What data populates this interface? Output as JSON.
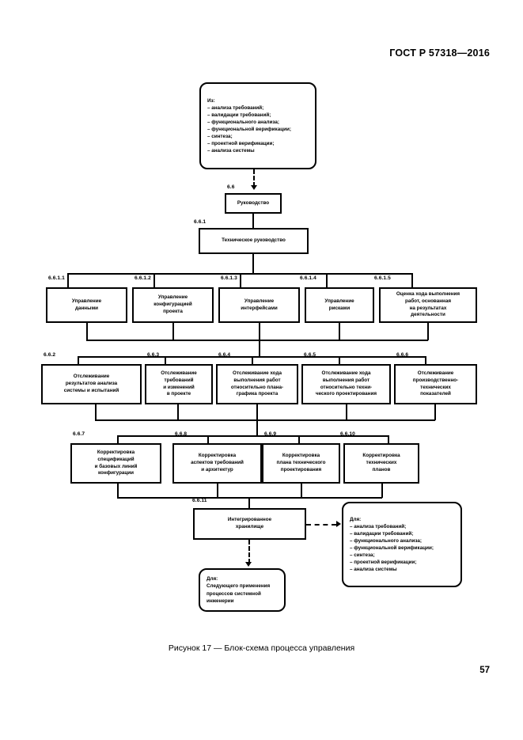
{
  "document": {
    "standard_header": "ГОСТ Р 57318—2016",
    "page_number": "57",
    "figure_caption": "Рисунок 17 — Блок-схема процесса управления"
  },
  "diagram": {
    "inputs_box": {
      "title": "Из:",
      "items": [
        "– анализа требований;",
        "– валидации требований;",
        "– функционального анализа;",
        "– функциональной верификации;",
        "– синтеза;",
        "– проектной верификации;",
        "– анализа системы"
      ]
    },
    "outputs_box": {
      "title": "Для:",
      "items": [
        "– анализа требований;",
        "– валидации требований;",
        "– функционального анализа;",
        "– функциональной верификации;",
        "– синтеза;",
        "– проектной верификации;",
        "– анализа системы"
      ]
    },
    "next_use_box": {
      "title": "Для:",
      "items": [
        "Следующего применения",
        "процессов системной",
        "инженерии"
      ]
    },
    "nodes": {
      "management": {
        "tag": "6.6",
        "label": "Руководство"
      },
      "technical_management": {
        "tag": "6.6.1",
        "label": "Техническое руководство"
      },
      "n_6_6_1_1": {
        "tag": "6.6.1.1",
        "label": "Управление\nданными"
      },
      "n_6_6_1_2": {
        "tag": "6.6.1.2",
        "label": "Управление\nконфигурацией\nпроекта"
      },
      "n_6_6_1_3": {
        "tag": "6.6.1.3",
        "label": "Управление\nинтерфейсами"
      },
      "n_6_6_1_4": {
        "tag": "6.6.1.4",
        "label": "Управление\nрисками"
      },
      "n_6_6_1_5": {
        "tag": "6.6.1.5",
        "label": "Оценка хода выполнения\nработ, основанная\nна результатах\nдеятельности"
      },
      "n_6_6_2": {
        "tag": "6.6.2",
        "label": "Отслеживание\nрезультатов анализа\nсистемы и испытаний"
      },
      "n_6_6_3": {
        "tag": "6.6.3",
        "label": "Отслеживание\nтребований\nи изменений\nв проекте"
      },
      "n_6_6_4": {
        "tag": "6.6.4",
        "label": "Отслеживание хода\nвыполнения работ\nотносительно плана-\nграфика проекта"
      },
      "n_6_6_5": {
        "tag": "6.6.5",
        "label": "Отслеживание хода\nвыполнения работ\nотносительно техни-\nческого проектирования"
      },
      "n_6_6_6": {
        "tag": "6.6.6",
        "label": "Отслеживание\nпроизводственно-\nтехнических\nпоказателей"
      },
      "n_6_6_7": {
        "tag": "6.6.7",
        "label": "Корректировка\nспецификаций\nи базовых линий\nконфигурации"
      },
      "n_6_6_8": {
        "tag": "6.6.8",
        "label": "Корректировка\nаспектов требований\nи архитектур"
      },
      "n_6_6_9": {
        "tag": "6.6.9",
        "label": "Корректировка\nплана технического\nпроектирования"
      },
      "n_6_6_10": {
        "tag": "6.6.10",
        "label": "Корректировка\nтехнических\nпланов"
      },
      "n_6_6_11": {
        "tag": "6.6.11",
        "label": "Интегрированное\nхранилище"
      }
    }
  }
}
